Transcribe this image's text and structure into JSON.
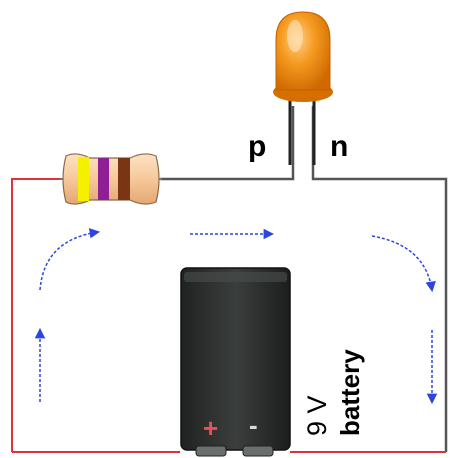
{
  "labels": {
    "led_anode": "p",
    "led_cathode": "n",
    "voltage": "9 V",
    "battery": "battery",
    "terminal_positive": "+",
    "terminal_negative": "-"
  },
  "colors": {
    "wire_positive": "#e0303a",
    "wire": "#555555",
    "arrow": "#2a45e0",
    "led": "#f08a10",
    "resistor_body": "#f6c89a",
    "battery_body": "#2a2d2c"
  },
  "resistor_bands": [
    "#f5f000",
    "#8e1f94",
    "#7a3514"
  ],
  "flow_direction": "clockwise"
}
